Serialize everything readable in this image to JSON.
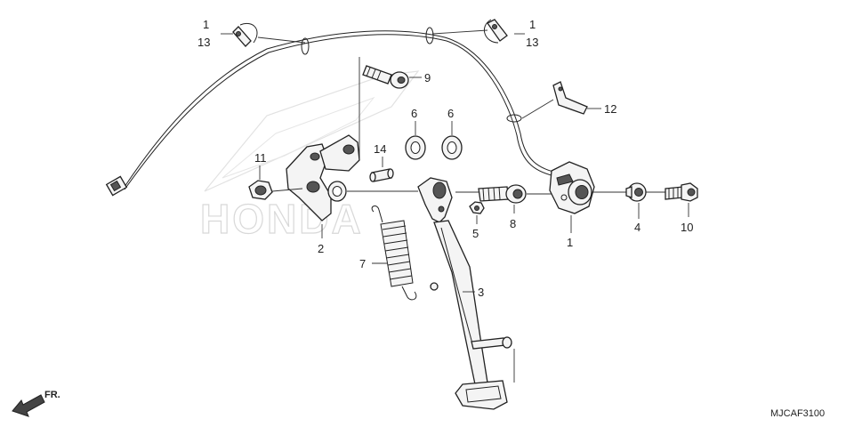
{
  "diagram": {
    "callouts": {
      "c1_clip_left": "1",
      "c13_clip_left": "13",
      "c1_clip_right": "1",
      "c13_clip_right": "13",
      "c9": "9",
      "c12": "12",
      "c6_left": "6",
      "c6_right": "6",
      "c14": "14",
      "c11": "11",
      "c2": "2",
      "c5": "5",
      "c8": "8",
      "c1_switch": "1",
      "c4": "4",
      "c10": "10",
      "c7": "7",
      "c3": "3"
    },
    "diagram_code": "MJCAF3100",
    "front_indicator": "FR.",
    "watermark": "HONDA"
  }
}
